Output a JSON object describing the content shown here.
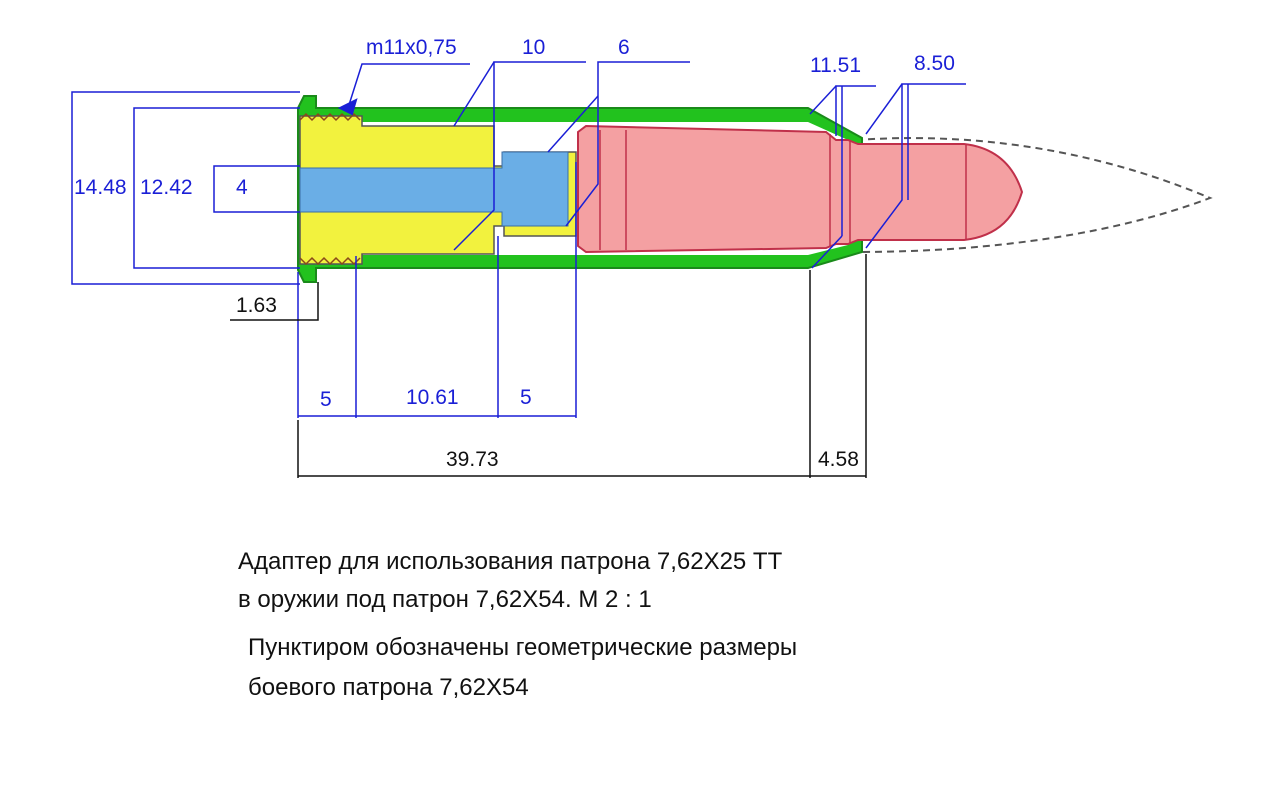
{
  "colors": {
    "sleeve": "#22c21e",
    "insert": "#f2f23e",
    "bore": "#6aaee6",
    "cartridge": "#f4a0a2",
    "cartridge_outline": "#c0304a",
    "dimension_blue": "#1a1fd6",
    "dimension_black": "#111111"
  },
  "dimensions": {
    "thread": "m11x0,75",
    "d10": "10",
    "d6": "6",
    "d1151": "11.51",
    "d850": "8.50",
    "d1448": "14.48",
    "d1242": "12.42",
    "d4": "4",
    "d163": "1.63",
    "d5a": "5",
    "d1061": "10.61",
    "d5b": "5",
    "d3973": "39.73",
    "d458": "4.58"
  },
  "caption": {
    "line1": "Адаптер для использования патрона 7,62Х25 ТТ",
    "line2": "в оружии под патрон 7,62Х54.  М   2 : 1",
    "line3": "Пунктиром обозначены геометрические размеры",
    "line4": "боевого патрона 7,62Х54"
  }
}
